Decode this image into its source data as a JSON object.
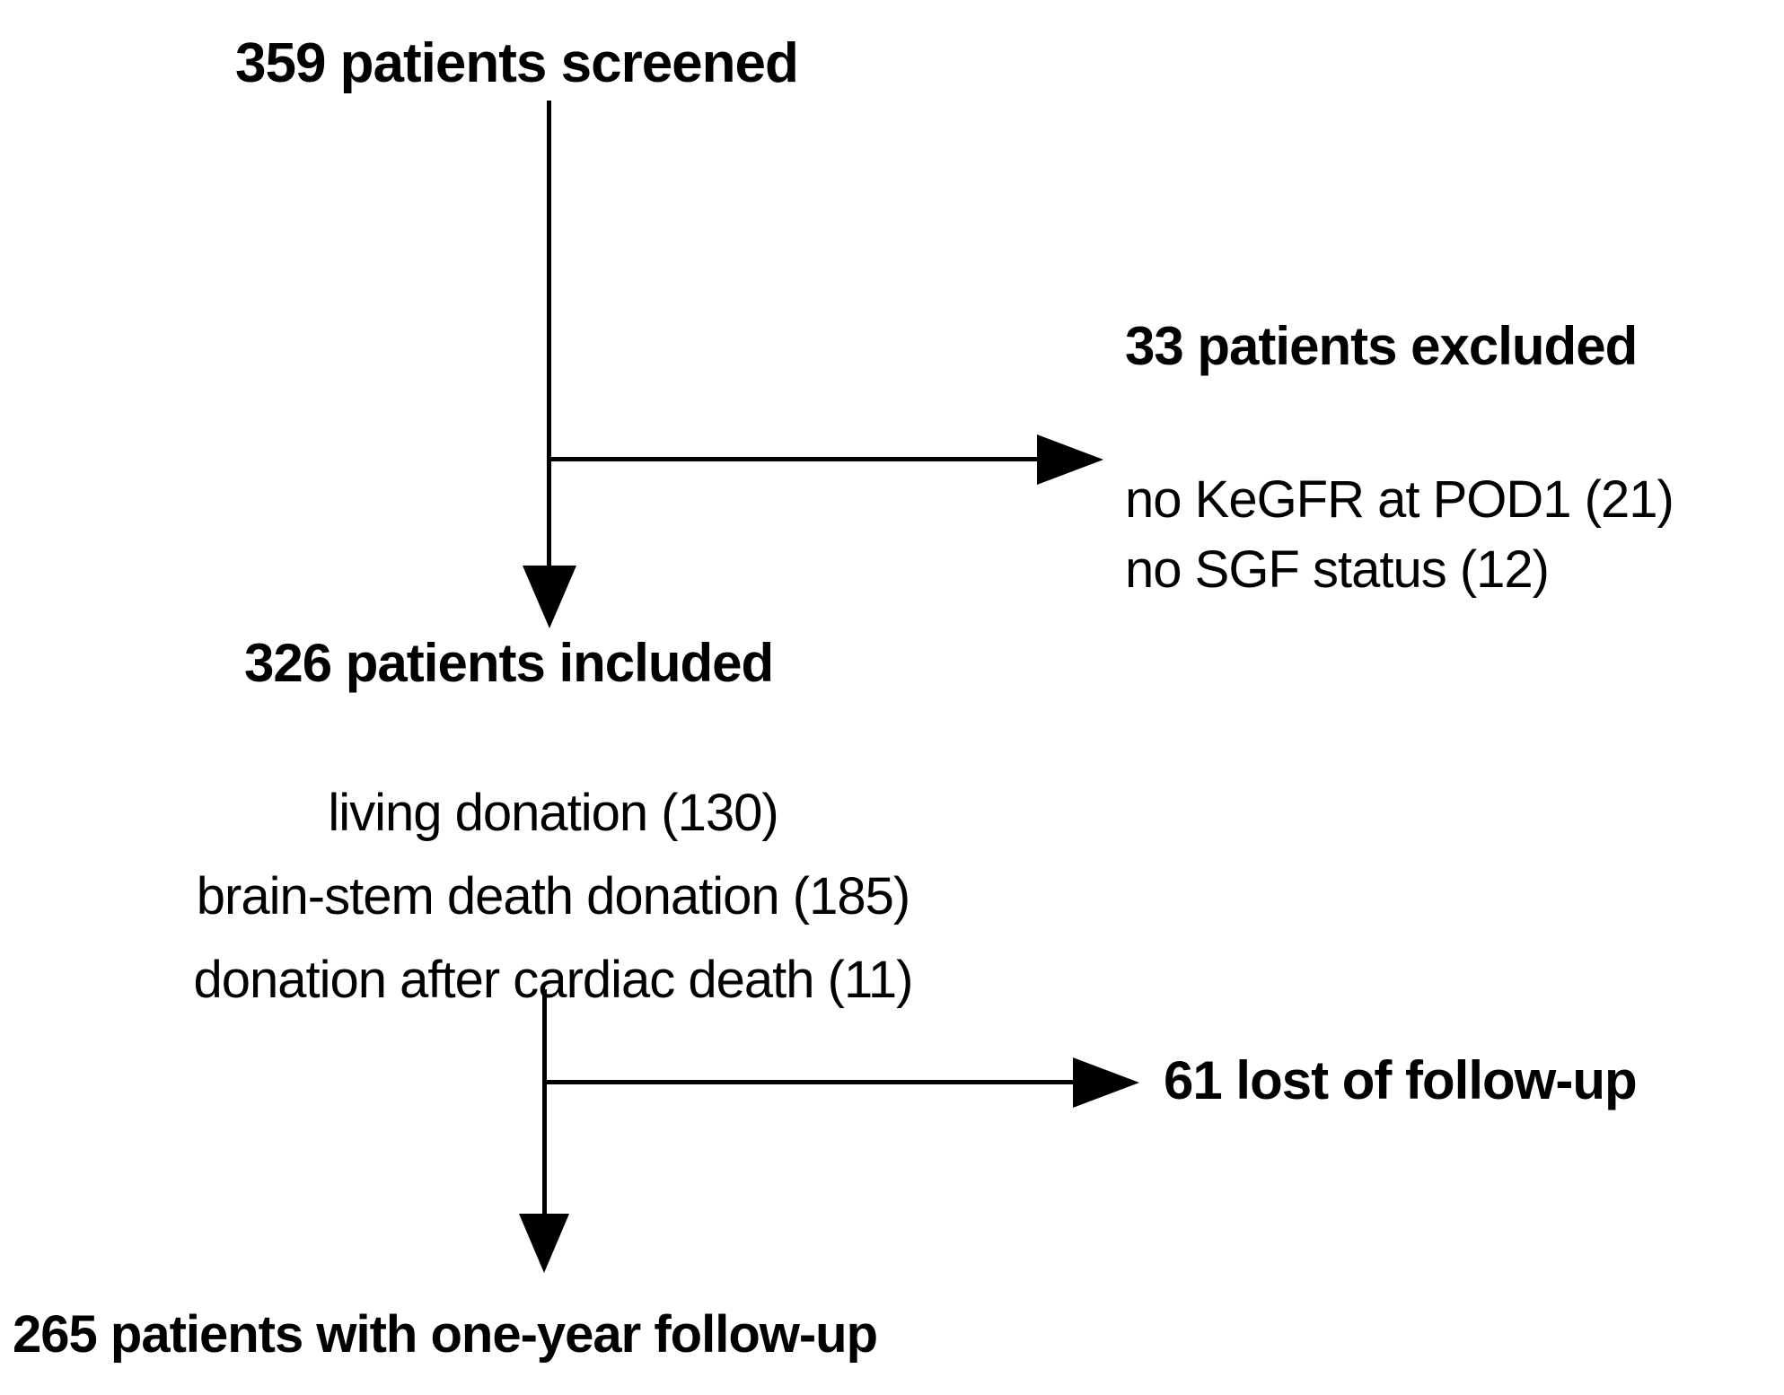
{
  "figure": {
    "background_color": "#ffffff",
    "line_color": "#000000",
    "nodes": {
      "screened": "359 patients screened",
      "included": "326 patients included",
      "included_breakdown": [
        "living donation (130)",
        "brain-stem death donation (185)",
        "donation after cardiac death (11)"
      ],
      "one_year_followup": "265 patients with one-year follow-up"
    },
    "exclusion_branch": {
      "title": "33 patients excluded",
      "reasons": [
        "no KeGFR at POD1 (21)",
        "no SGF status (12)"
      ]
    },
    "lost_branch": {
      "label": "61 lost of follow-up"
    }
  }
}
